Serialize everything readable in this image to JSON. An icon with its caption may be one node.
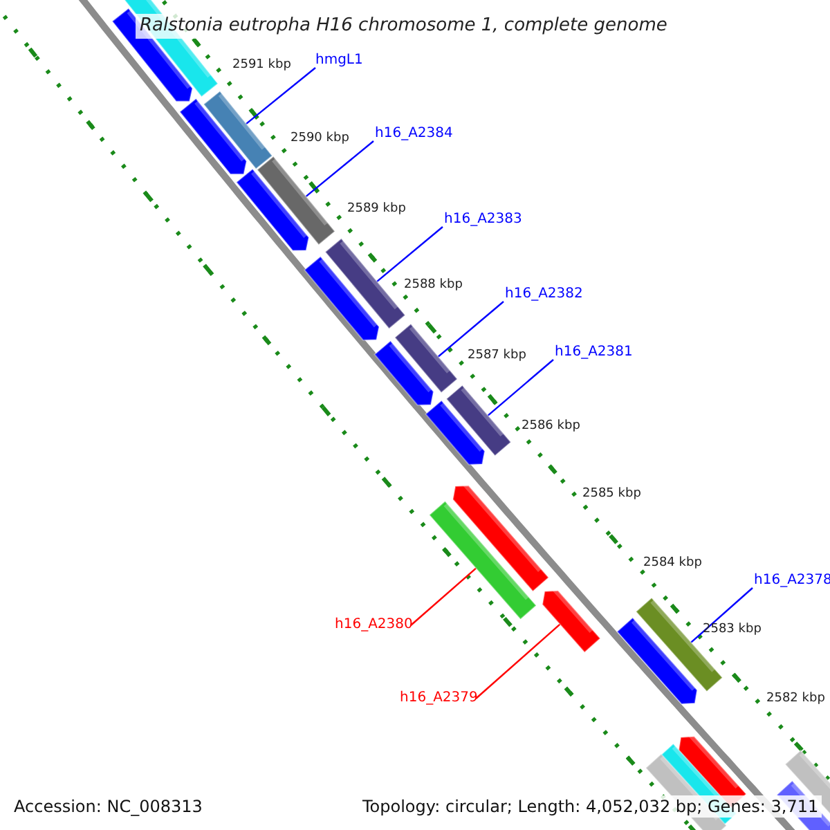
{
  "diagram": {
    "title": "Ralstonia eutropha H16 chromosome 1, complete genome",
    "nodes": [
      {
        "text": [
          "hmgL1"
        ]
      },
      {
        "text": [
          "h16_A2384"
        ]
      },
      {
        "text": [
          "h16_A2383"
        ]
      },
      {
        "text": [
          "h16_A2382"
        ]
      },
      {
        "text": [
          "h16_A2381"
        ]
      },
      {
        "text": [
          "h16_A2378"
        ]
      },
      {
        "text": [
          "h16_A2380"
        ]
      },
      {
        "text": [
          "h16_A2379"
        ]
      },
      {
        "text": [],
        "shape": "bar"
      },
      {
        "text": [],
        "shape": "arrow"
      },
      {
        "text": [],
        "shape": "bar"
      },
      {
        "text": [],
        "shape": "arrow"
      },
      {
        "text": [],
        "shape": "bar"
      },
      {
        "text": [],
        "shape": "arrow"
      },
      {
        "text": [],
        "shape": "bar"
      },
      {
        "text": [],
        "shape": "arrow"
      },
      {
        "text": [],
        "shape": "bar"
      },
      {
        "text": [],
        "shape": "arrow"
      },
      {
        "text": [],
        "shape": "bar"
      },
      {
        "text": [],
        "shape": "arrow"
      },
      {
        "text": [],
        "shape": "arrow"
      },
      {
        "text": [],
        "shape": "bar"
      },
      {
        "text": [],
        "shape": "arrow"
      },
      {
        "text": [],
        "shape": "bar"
      },
      {
        "text": [],
        "shape": "arrow"
      },
      {
        "text": [],
        "shape": "arrow"
      },
      {
        "text": [],
        "shape": "bar"
      },
      {
        "text": [],
        "shape": "bar"
      },
      {
        "text": [],
        "shape": "bar"
      },
      {
        "text": [],
        "shape": "bar"
      }
    ],
    "edges": [
      {
        "from": 0,
        "to": 10,
        "arrow": "none"
      },
      {
        "from": 1,
        "to": 12,
        "arrow": "none"
      },
      {
        "from": 2,
        "to": 14,
        "arrow": "none"
      },
      {
        "from": 3,
        "to": 16,
        "arrow": "none"
      },
      {
        "from": 4,
        "to": 18,
        "arrow": "none"
      },
      {
        "from": 5,
        "to": 23,
        "arrow": "none"
      },
      {
        "from": 6,
        "to": 21,
        "arrow": "none",
        "color": "#ff0000"
      },
      {
        "from": 7,
        "to": 22,
        "arrow": "none",
        "color": "#ff0000"
      }
    ],
    "labels": [
      "2591 kbp",
      "2590 kbp",
      "2589 kbp",
      "2588 kbp",
      "2587 kbp",
      "2586 kbp",
      "2585 kbp",
      "2584 kbp",
      "2583 kbp",
      "2582 kbp",
      "Accession: NC_008313",
      "Topology: circular; Length: 4,052,032 bp; Genes: 3,711"
    ]
  }
}
